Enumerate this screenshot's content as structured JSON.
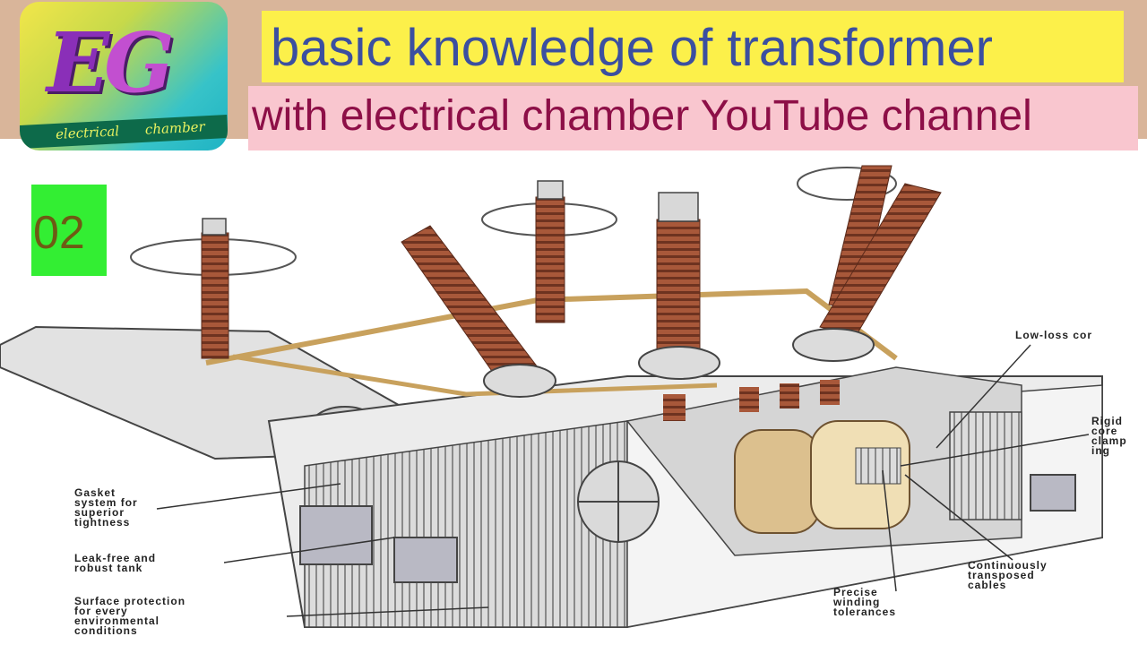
{
  "header": {
    "title_line1": "basic knowledge of transformer",
    "title_line2": "with electrical chamber YouTube channel"
  },
  "logo": {
    "caption_left": "electrical",
    "caption_right": "chamber"
  },
  "episode_number": "02",
  "callouts": {
    "gasket": "Gasket\nsystem for\nsuperior\ntightness",
    "tank": "Leak-free and\nrobust tank",
    "surface": "Surface protection\nfor every\nenvironmental\nconditions",
    "core": "Low-loss cor",
    "clamping": "Rigid\ncore\nclamp\ning",
    "cables": "Continuously\ntransposed\ncables",
    "winding": "Precise\nwinding\ntolerances"
  },
  "colors": {
    "top_band": "#d9b59a",
    "title1_bg": "#fcf04a",
    "title1_text": "#3b4fa0",
    "title2_bg": "#f9c6cf",
    "title2_text": "#8d0f47",
    "episode_bg": "#33ee33",
    "bushing": "#a8583a"
  }
}
